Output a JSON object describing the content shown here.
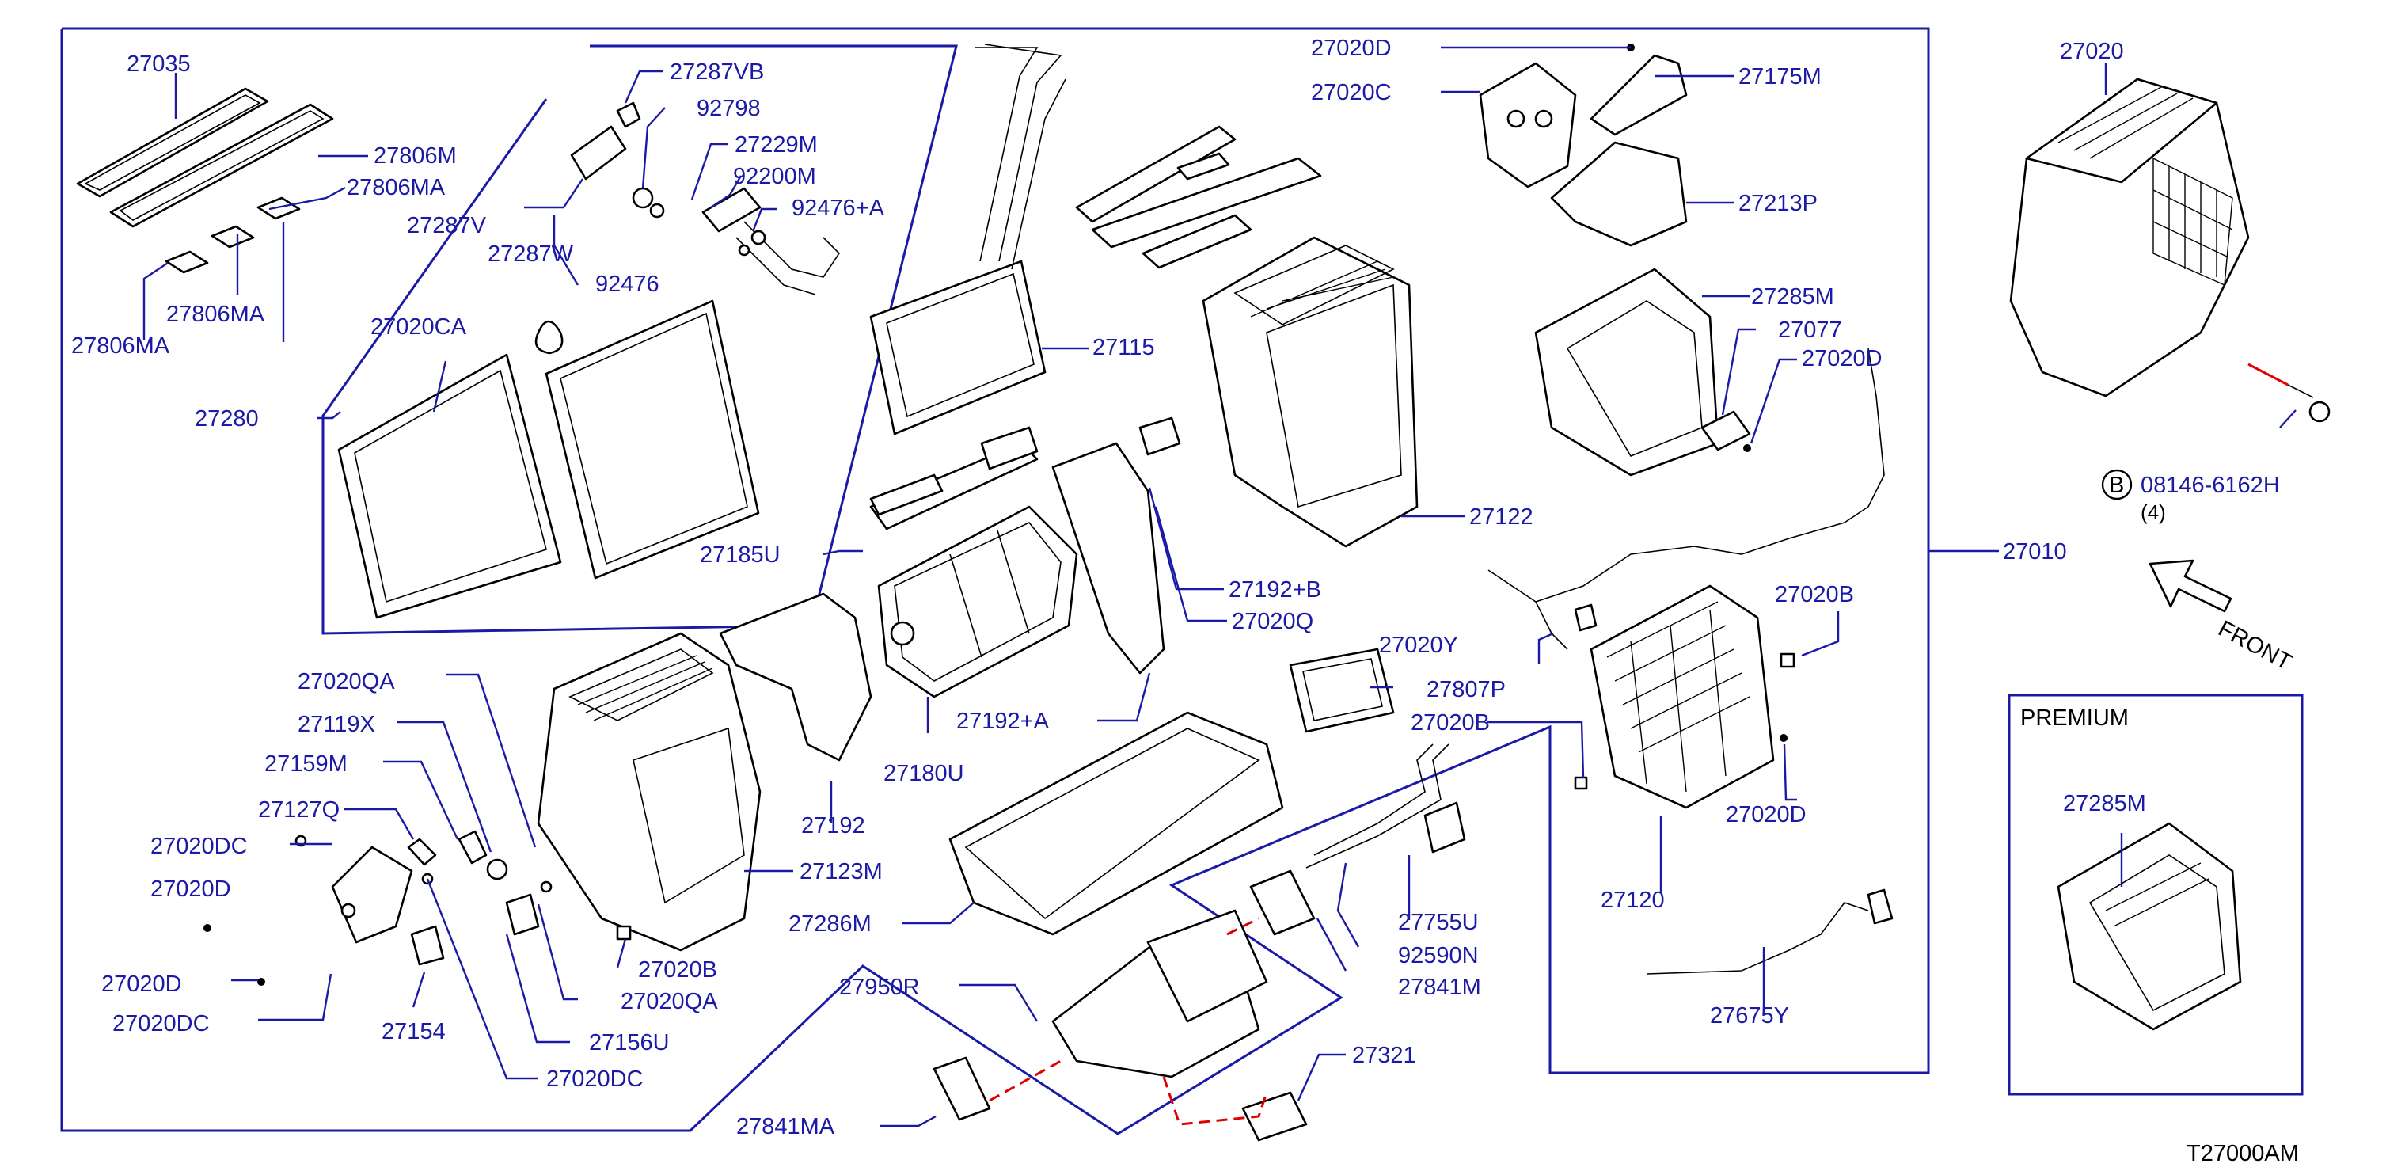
{
  "diagram_code": "T27000AM",
  "front_label": "FRONT",
  "premium": {
    "title": "PREMIUM",
    "part": "27285M"
  },
  "bolt": {
    "circle_letter": "B",
    "part": "08146-6162H",
    "qty": "(4)"
  },
  "labels": {
    "p27035": "27035",
    "p27806M": "27806M",
    "p27806MA_a": "27806MA",
    "p27806MA_b": "27806MA",
    "p27806MA_c": "27806MA",
    "p27287VB": "27287VB",
    "p92798": "92798",
    "p27229M": "27229M",
    "p92200M": "92200M",
    "p92476A": "92476+A",
    "p92476": "92476",
    "p27287V": "27287V",
    "p27287W": "27287W",
    "p27020CA": "27020CA",
    "p27280": "27280",
    "p27115": "27115",
    "p27020D_top": "27020D",
    "p27020C": "27020C",
    "p27175M": "27175M",
    "p27213P": "27213P",
    "p27285M": "27285M",
    "p27077": "27077",
    "p27020D_mid": "27020D",
    "p27122": "27122",
    "p27010": "27010",
    "p27020": "27020",
    "p27185U": "27185U",
    "p27192B": "27192+B",
    "p27020Q": "27020Q",
    "p27020Y": "27020Y",
    "p27020B_r": "27020B",
    "p27807P": "27807P",
    "p27020B_c": "27020B",
    "p27020D_r": "27020D",
    "p27120": "27120",
    "p27020QA_top": "27020QA",
    "p27119X": "27119X",
    "p27159M": "27159M",
    "p27127Q": "27127Q",
    "p27020DC_a": "27020DC",
    "p27020D_l1": "27020D",
    "p27020D_l2": "27020D",
    "p27020DC_b": "27020DC",
    "p27154": "27154",
    "p27156U": "27156U",
    "p27020DC_c": "27020DC",
    "p27020QA_b": "27020QA",
    "p27020B_l": "27020B",
    "p27123M": "27123M",
    "p27192": "27192",
    "p27180U": "27180U",
    "p27192A": "27192+A",
    "p27286M": "27286M",
    "p27755U": "27755U",
    "p92590N": "92590N",
    "p27841M": "27841M",
    "p27675Y": "27675Y",
    "p27950R": "27950R",
    "p27321": "27321",
    "p27841MA": "27841MA"
  }
}
